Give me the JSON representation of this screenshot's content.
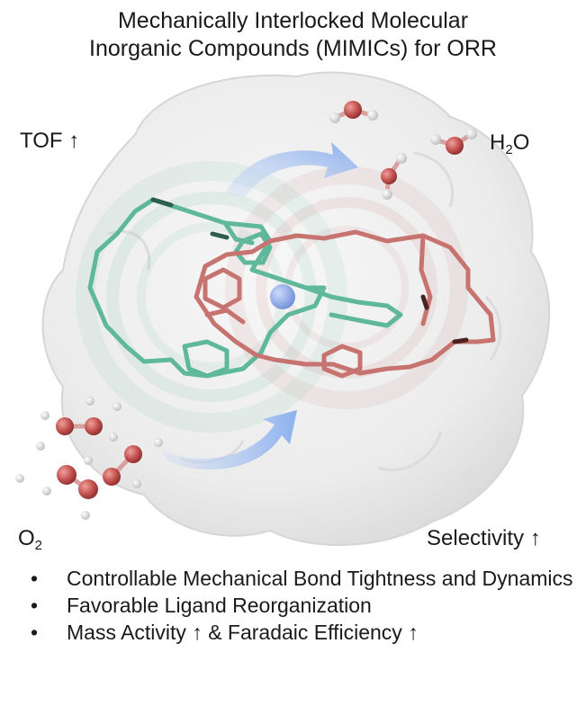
{
  "title": {
    "line1": "Mechanically Interlocked Molecular",
    "line2": "Inorganic Compounds (MIMICs) for ORR"
  },
  "labels": {
    "tof": "TOF ↑",
    "h2o_main": "H",
    "h2o_sub": "2",
    "h2o_end": "O",
    "o2_main": "O",
    "o2_sub": "2",
    "selectivity": "Selectivity ↑"
  },
  "bullets": [
    "Controllable Mechanical Bond Tightness and Dynamics",
    "Favorable Ligand Reorganization",
    "Mass Activity ↑ & Faradaic Efficiency ↑"
  ],
  "colors": {
    "protein_surface": "#eeeeee",
    "green_ring": "#5fb89a",
    "red_ring": "#c77471",
    "metal_center": "#8faee8",
    "arrow": "#9dbcf0",
    "oxygen_atom": "#c0504d",
    "hydrogen_atom": "#e6e6e6"
  }
}
